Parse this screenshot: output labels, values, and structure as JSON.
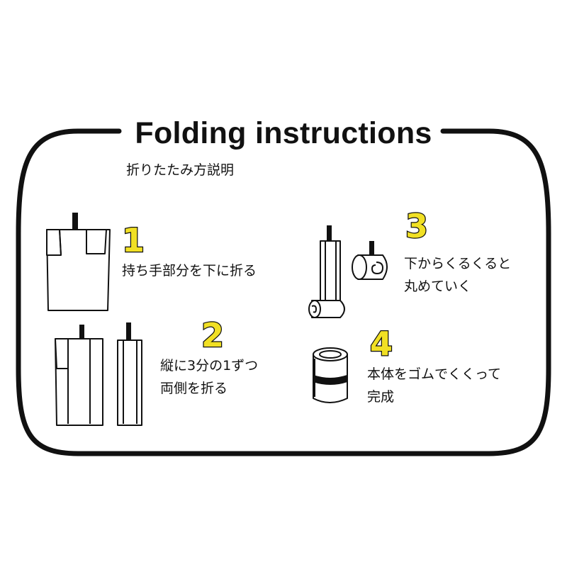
{
  "title": "Folding instructions",
  "subtitle": "折りたたみ方説明",
  "colors": {
    "number_fill": "#f1e024",
    "outline": "#111111",
    "background": "#ffffff"
  },
  "steps": [
    {
      "number": "1",
      "lines": [
        "持ち手部分を下に折る"
      ]
    },
    {
      "number": "2",
      "lines": [
        "縦に3分の1ずつ",
        "両側を折る"
      ]
    },
    {
      "number": "3",
      "lines": [
        "下からくるくると",
        "丸めていく"
      ]
    },
    {
      "number": "4",
      "lines": [
        "本体をゴムでくくって",
        "完成"
      ]
    }
  ]
}
